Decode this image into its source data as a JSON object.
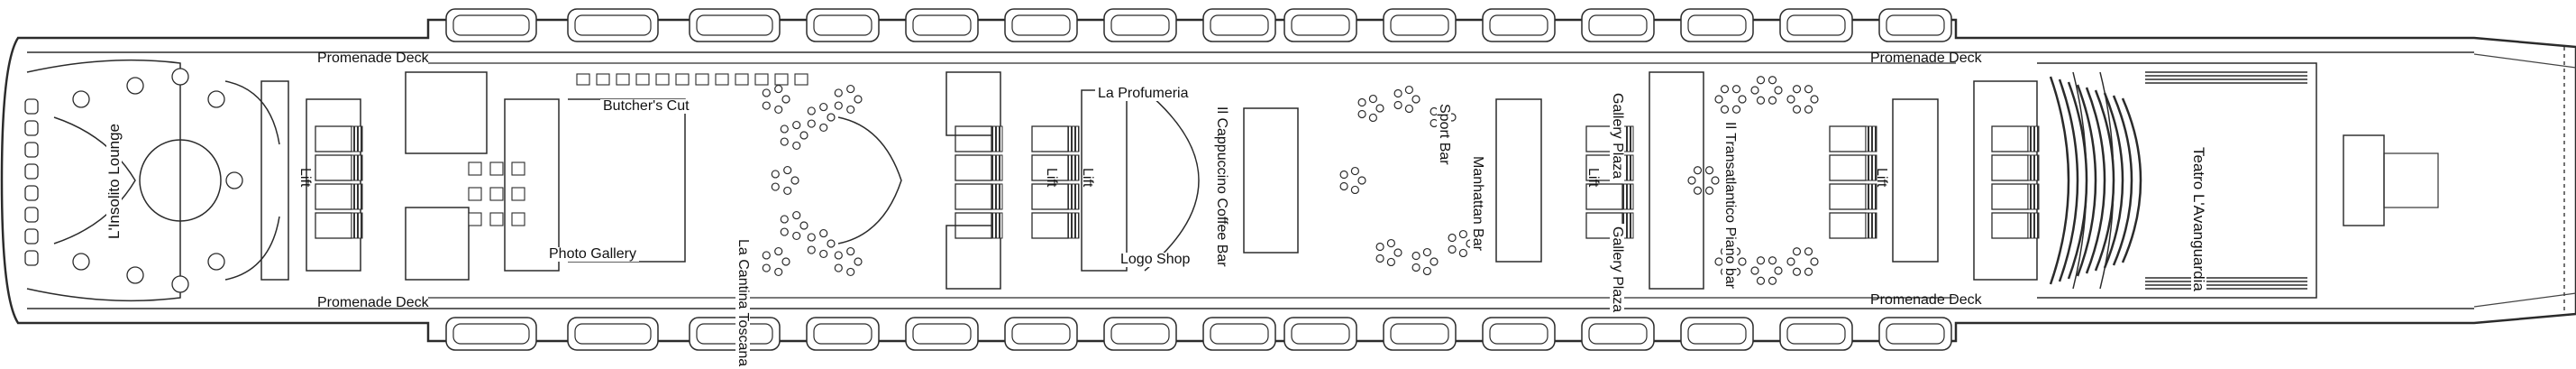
{
  "deck": {
    "promenade_top_left": "Promenade Deck",
    "promenade_top_right": "Promenade Deck",
    "promenade_bottom_left": "Promenade Deck",
    "promenade_bottom_right": "Promenade Deck"
  },
  "venues": {
    "insolito_lounge": "L'Insolito Lounge",
    "butchers_cut": "Butcher's Cut",
    "cantina_toscana": "La Cantina Toscana",
    "photo_gallery": "Photo Gallery",
    "profumeria": "La Profumeria",
    "cappuccino_bar": "Il Cappuccino Coffee Bar",
    "logo_shop": "Logo Shop",
    "sport_bar": "Sport Bar",
    "manhattan_bar": "Manhattan Bar",
    "gallery_plaza_top": "Gallery Plaza",
    "gallery_plaza_bottom": "Gallery Plaza",
    "piano_bar": "Il Transatlantico Piano bar",
    "teatro": "Teatro L'Avanguardia"
  },
  "lifts": [
    "Lift",
    "Lift",
    "Lift",
    "Lift",
    "Lift"
  ],
  "colors": {
    "line": "#2b2b2b",
    "seat": "#333333",
    "background": "#ffffff"
  }
}
